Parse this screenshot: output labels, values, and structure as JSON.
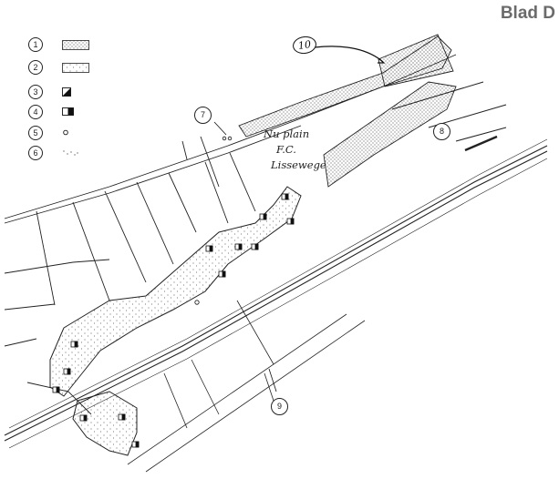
{
  "sheet_title": "Blad D",
  "legend": [
    {
      "number": "1",
      "symbol": "dotted-area-icon"
    },
    {
      "number": "2",
      "symbol": "light-dotted-area-icon"
    },
    {
      "number": "3",
      "symbol": "half-filled-square-icon"
    },
    {
      "number": "4",
      "symbol": "half-filled-rectangle-icon"
    },
    {
      "number": "5",
      "symbol": "small-circle-icon"
    },
    {
      "number": "6",
      "symbol": "scatter-dots-icon"
    }
  ],
  "annotation_lines": [
    "Nu plain",
    "F.C.",
    "Lissewege"
  ],
  "callouts": {
    "c7": "7",
    "c8": "8",
    "c9": "9",
    "c10": "10"
  },
  "colors": {
    "ink": "#222222",
    "title": "#6b6b6b",
    "paper": "#ffffff"
  }
}
